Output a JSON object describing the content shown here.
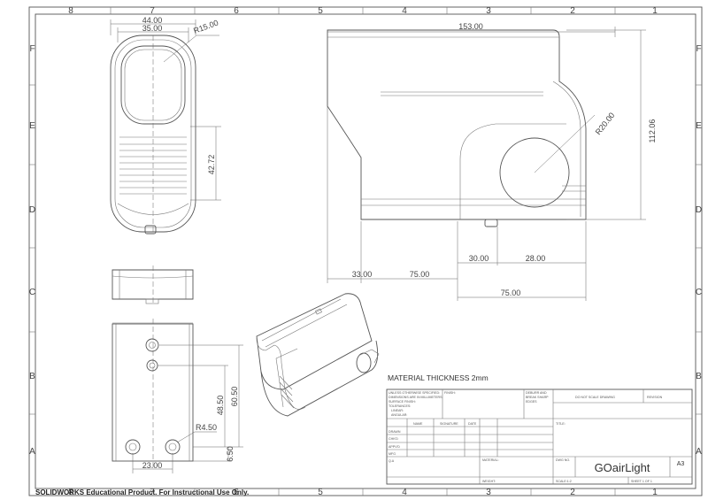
{
  "zones": {
    "columns": [
      "8",
      "7",
      "6",
      "5",
      "4",
      "3",
      "2",
      "1"
    ],
    "rows": [
      "F",
      "E",
      "D",
      "C",
      "B",
      "A"
    ]
  },
  "dimensions": {
    "d44": "44.00",
    "d35": "35.00",
    "r15": "R15.00",
    "d4272": "42.72",
    "d153": "153.00",
    "d11206": "112.06",
    "r20": "R20.00",
    "d33": "33.00",
    "d75a": "75.00",
    "d30": "30.00",
    "d28": "28.00",
    "d75b": "75.00",
    "d4850": "48.50",
    "d6050": "60.50",
    "r450": "R4.50",
    "d650": "6.50",
    "d23": "23.00"
  },
  "notes": {
    "material_thickness": "MATERIAL THICKNESS 2mm",
    "footer": "SOLIDWORKS Educational Product. For Instructional Use Only."
  },
  "title_block": {
    "general_notes": [
      "UNLESS OTHERWISE SPECIFIED:",
      "DIMENSIONS ARE IN MILLIMETERS",
      "SURFACE FINISH:",
      "TOLERANCES:",
      "LINEAR:",
      "ANGULAR:"
    ],
    "finish": "FINISH:",
    "deburr": [
      "DEBURR AND",
      "BREAK SHARP",
      "EDGES"
    ],
    "do_not_scale": "DO NOT SCALE DRAWING",
    "revision": "REVISION",
    "col_name": "NAME",
    "col_signature": "SIGNATURE",
    "col_date": "DATE",
    "rows": [
      "DRAWN",
      "CHK'D",
      "APPV'D",
      "MFG",
      "Q.A"
    ],
    "title_label": "TITLE:",
    "material": "MATERIAL:",
    "weight": "WEIGHT:",
    "dwg_no": "DWG NO.",
    "dwg_name": "GOairLight",
    "size": "A3",
    "scale": "SCALE:1:2",
    "sheet": "SHEET 1 OF 1"
  }
}
